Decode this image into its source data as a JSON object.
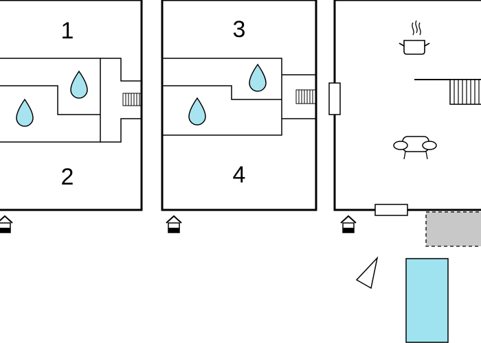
{
  "floorplan": {
    "rooms": [
      {
        "number": "1"
      },
      {
        "number": "2"
      },
      {
        "number": "3"
      },
      {
        "number": "4"
      }
    ],
    "icons": [
      "water-drop-icon",
      "stairs-icon",
      "entrance-icon",
      "cooking-pot-icon",
      "sofa-icon",
      "door-icon",
      "terrace-area",
      "pool-area",
      "north-arrow-icon"
    ],
    "colors": {
      "wall": "#000000",
      "water": "#a8e4f0",
      "pool": "#9fe3f0",
      "terrace": "#c8c8c8",
      "background": "#ffffff"
    }
  }
}
